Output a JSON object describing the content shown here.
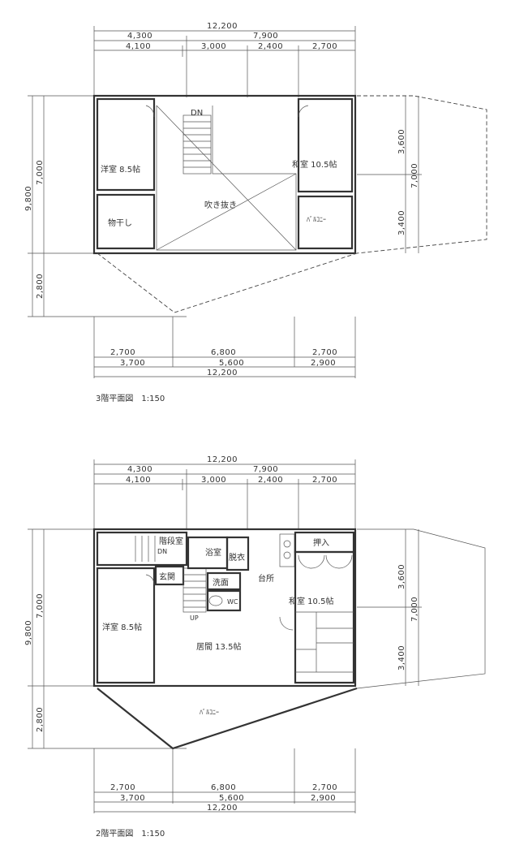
{
  "plans": [
    {
      "id": "floor3",
      "caption": "3階平面図　1:150",
      "dims_top": {
        "total": "12,200",
        "row2": [
          "4,300",
          "7,900"
        ],
        "row3": [
          "4,100",
          "3,000",
          "2,400",
          "2,700"
        ]
      },
      "dims_bottom": {
        "row1": [
          "2,700",
          "6,800",
          "2,700"
        ],
        "row2": [
          "3,700",
          "5,600",
          "2,900"
        ],
        "total": "12,200"
      },
      "dims_left": {
        "outer": "9,800",
        "inner": "7,000",
        "lower": "2,800"
      },
      "dims_right": {
        "total": "7,000",
        "upper": "3,600",
        "lower": "3,400"
      },
      "labels": {
        "dn": "DN",
        "western": "洋室 8.5帖",
        "japanese": "和室 10.5帖",
        "void": "吹き抜き",
        "drying": "物干し",
        "balcony": "ﾊﾞﾙｺﾆｰ"
      }
    },
    {
      "id": "floor2",
      "caption": "2階平面図　1:150",
      "dims_top": {
        "total": "12,200",
        "row2": [
          "4,300",
          "7,900"
        ],
        "row3": [
          "4,100",
          "3,000",
          "2,400",
          "2,700"
        ]
      },
      "dims_bottom": {
        "row1": [
          "2,700",
          "6,800",
          "2,700"
        ],
        "row2": [
          "3,700",
          "5,600",
          "2,900"
        ],
        "total": "12,200"
      },
      "dims_left": {
        "outer": "9,800",
        "inner": "7,000",
        "lower": "2,800"
      },
      "dims_right": {
        "total": "7,000",
        "upper": "3,600",
        "lower": "3,400"
      },
      "labels": {
        "storage": "階段室",
        "dn": "DN",
        "bath": "浴室",
        "dressing": "脱衣",
        "entrance": "玄関",
        "wash": "洗面",
        "wc": "WC",
        "up": "UP",
        "kitchen": "台所",
        "closet": "押入",
        "japanese": "和室 10.5帖",
        "western": "洋室 8.5帖",
        "living": "居間 13.5帖",
        "balcony": "ﾊﾞﾙｺﾆｰ"
      }
    }
  ]
}
